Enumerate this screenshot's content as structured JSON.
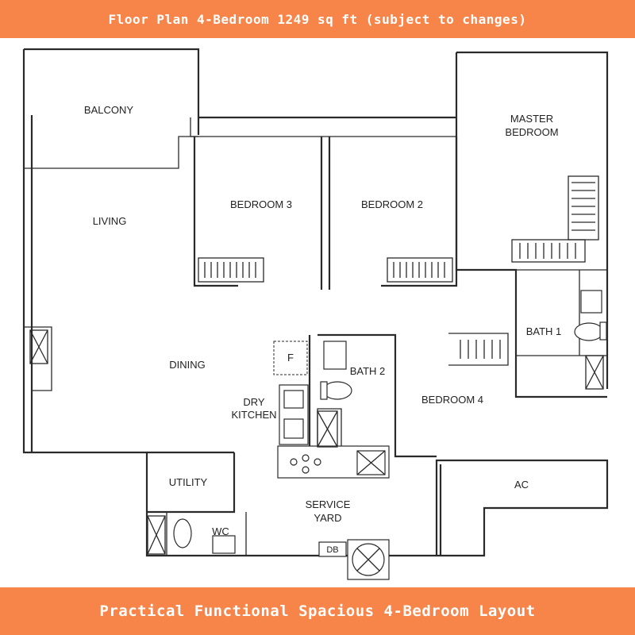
{
  "header": {
    "title": "Floor Plan 4-Bedroom 1249 sq ft (subject to changes)"
  },
  "footer": {
    "tagline": "Practical Functional Spacious 4-Bedroom Layout"
  },
  "rooms": {
    "balcony": "BALCONY",
    "living": "LIVING",
    "bedroom3": "BEDROOM 3",
    "bedroom2": "BEDROOM 2",
    "master_line1": "MASTER",
    "master_line2": "BEDROOM",
    "dining": "DINING",
    "fridge": "F",
    "dry_kitchen_line1": "DRY",
    "dry_kitchen_line2": "KITCHEN",
    "bath2": "BATH 2",
    "bath1": "BATH 1",
    "bedroom4": "BEDROOM 4",
    "utility": "UTILITY",
    "wc": "WC",
    "service_yard_line1": "SERVICE",
    "service_yard_line2": "YARD",
    "ac": "AC",
    "db": "DB"
  },
  "colors": {
    "banner": "#f7854a",
    "banner_text": "#ffffff",
    "wall": "#2a2a2a"
  }
}
